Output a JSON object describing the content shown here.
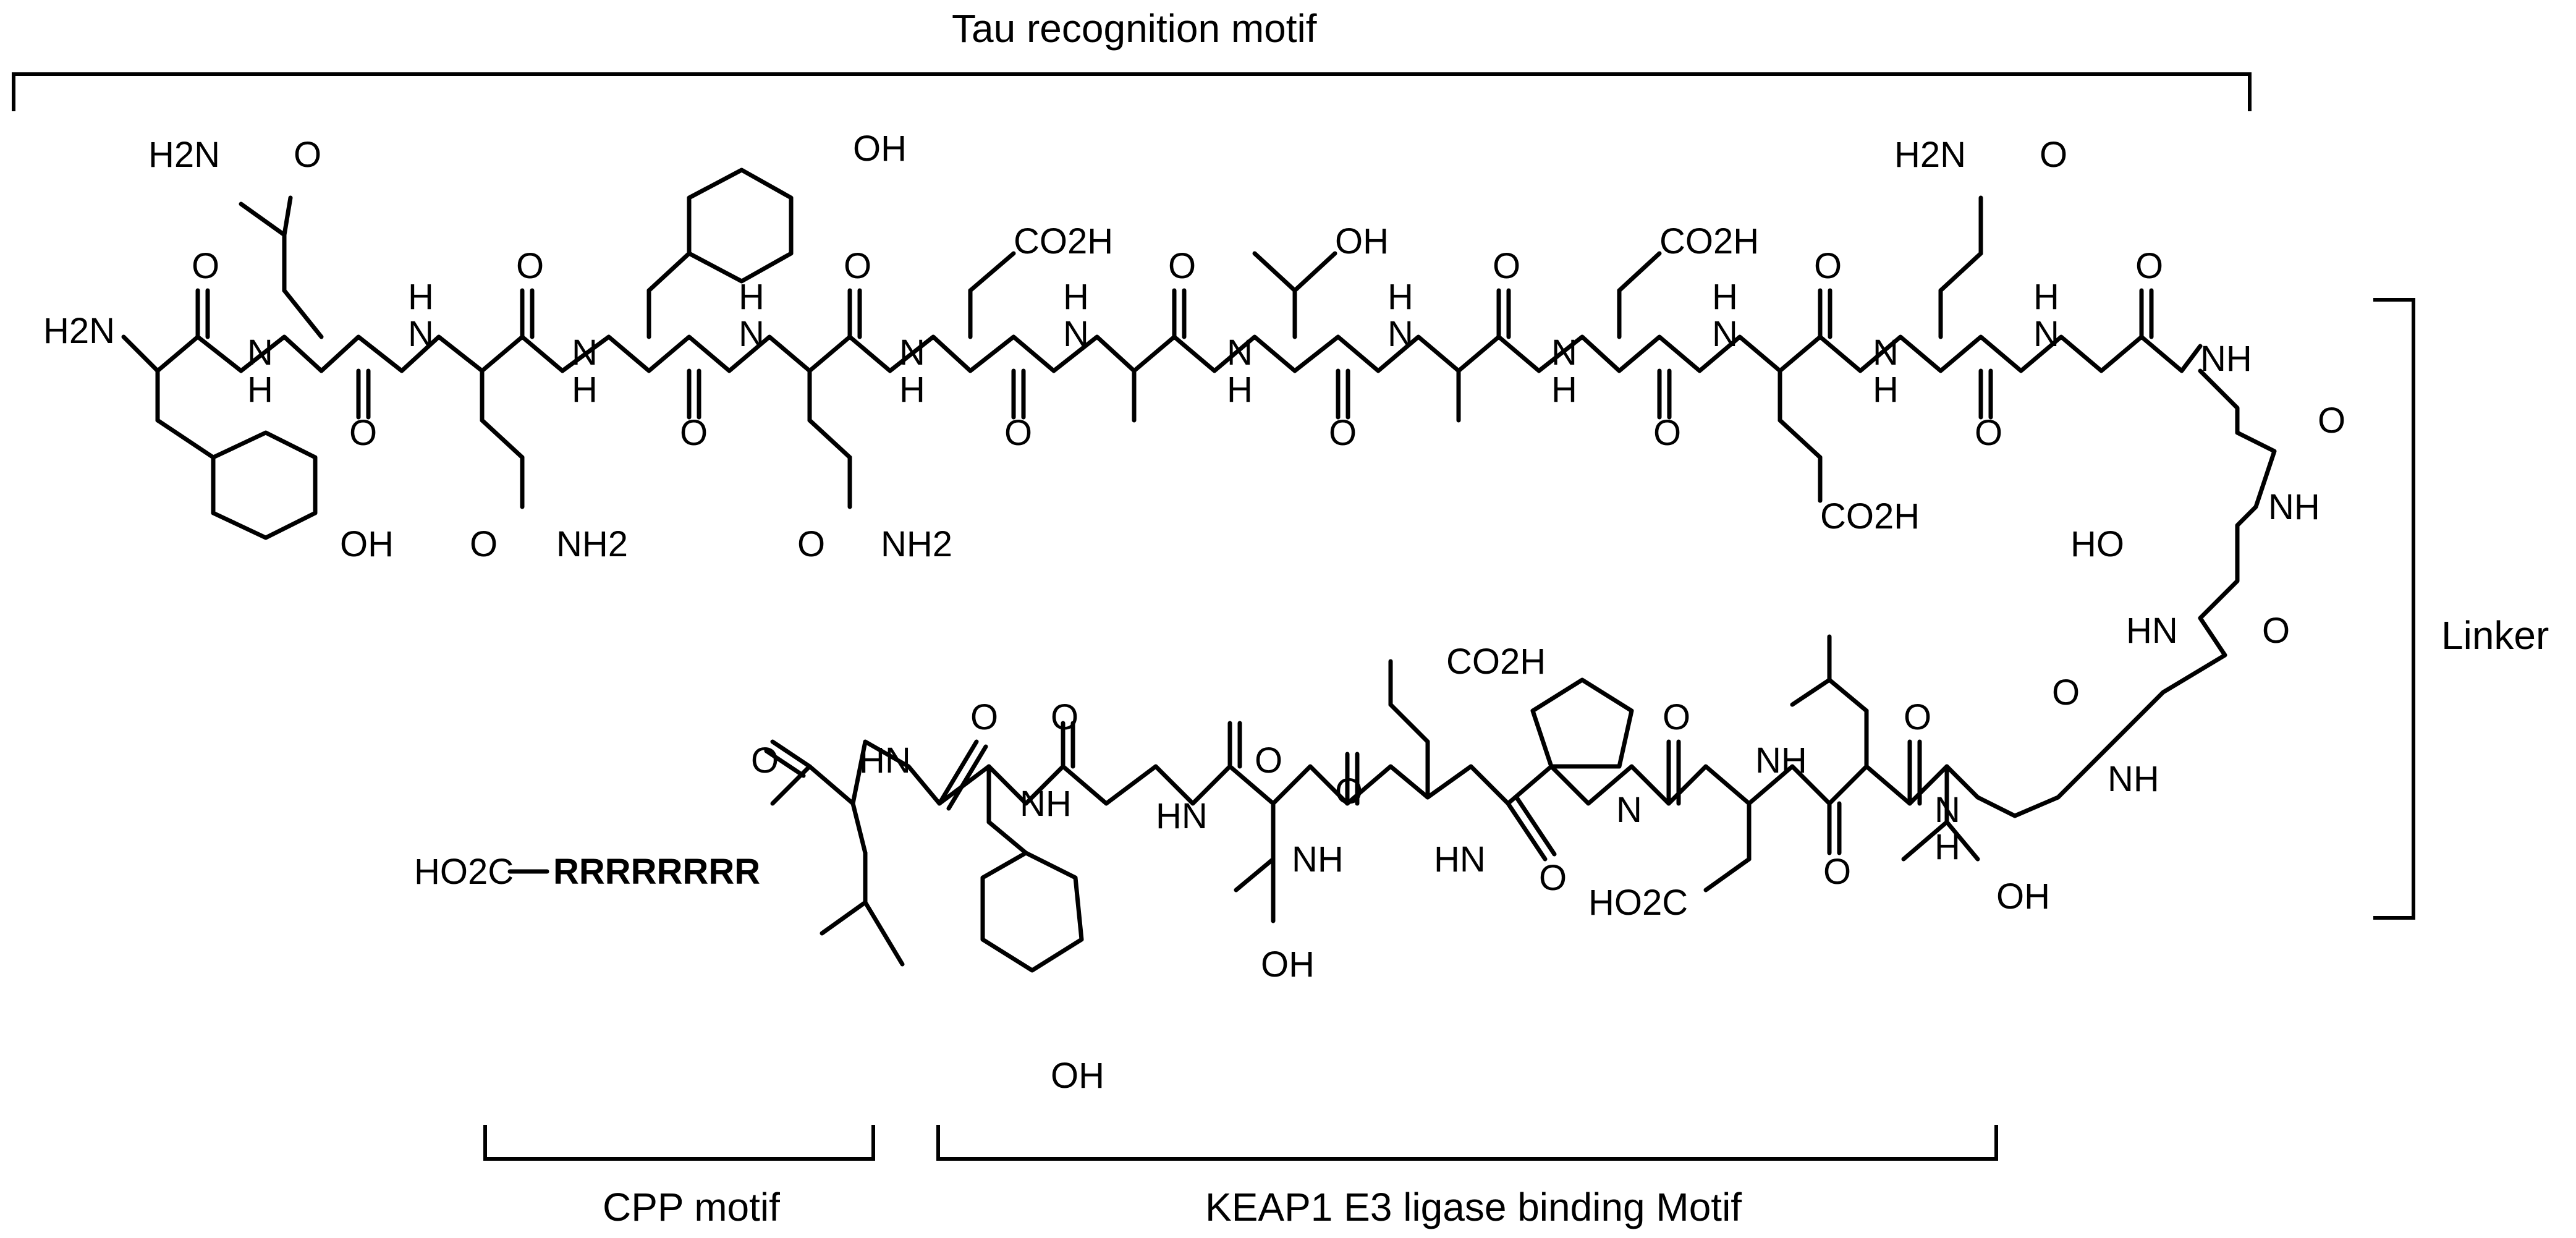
{
  "labels": {
    "tau": "Tau recognition motif",
    "linker": "Linker",
    "cpp": "CPP motif",
    "keap1": "KEAP1 E3 ligase binding Motif"
  },
  "atoms": {
    "h2n": "H2N",
    "nh2": "NH2",
    "nh": "NH",
    "hn": "HN",
    "n": "N",
    "h": "H",
    "o": "O",
    "oh": "OH",
    "ho": "HO",
    "co2h": "CO2H",
    "ho2c": "HO2C",
    "arg_seq": "RRRRRRRR"
  }
}
